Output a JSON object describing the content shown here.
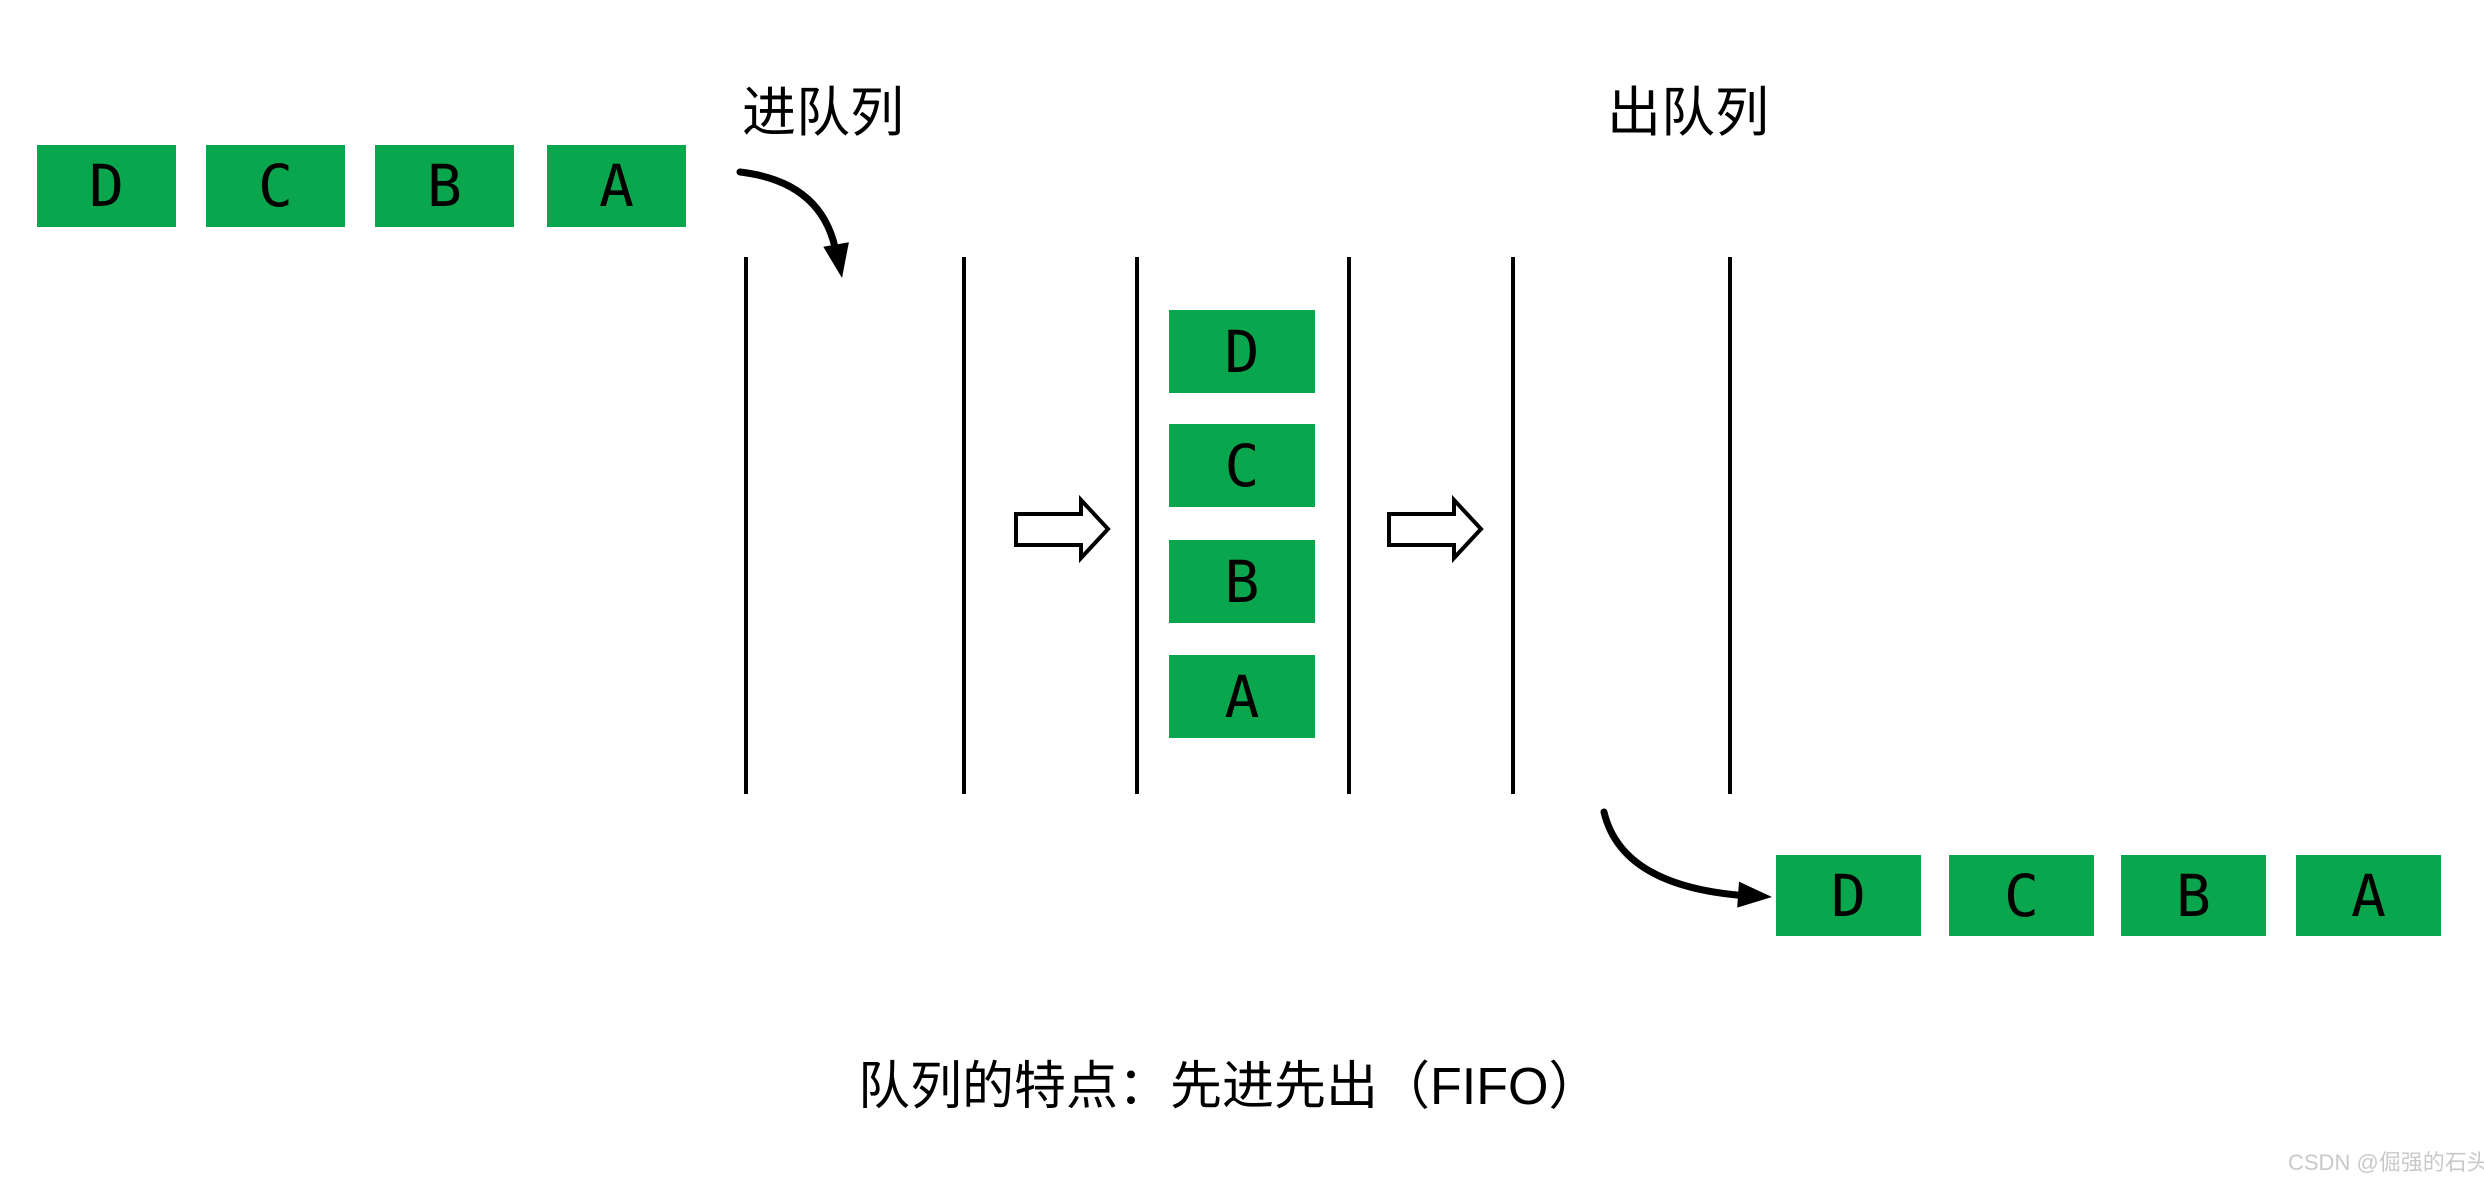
{
  "labels": {
    "enqueue": "进队列",
    "dequeue": "出队列"
  },
  "top_row": {
    "items": [
      "D",
      "C",
      "B",
      "A"
    ]
  },
  "queue": {
    "items": [
      "D",
      "C",
      "B",
      "A"
    ]
  },
  "bottom_row": {
    "items": [
      "D",
      "C",
      "B",
      "A"
    ]
  },
  "caption": {
    "text": "队列的特点：先进先出（FIFO）"
  },
  "watermark": {
    "text": "CSDN @倔强的石头_"
  },
  "icons": {
    "enqueue_arrow": "curved-arrow-down-right",
    "dequeue_arrow": "curved-arrow-down-right",
    "flow_arrow": "hollow-block-arrow-right"
  },
  "colors": {
    "box_green": "#0aa64e",
    "ink": "#000000",
    "watermark_gray": "#c9c9c9"
  }
}
